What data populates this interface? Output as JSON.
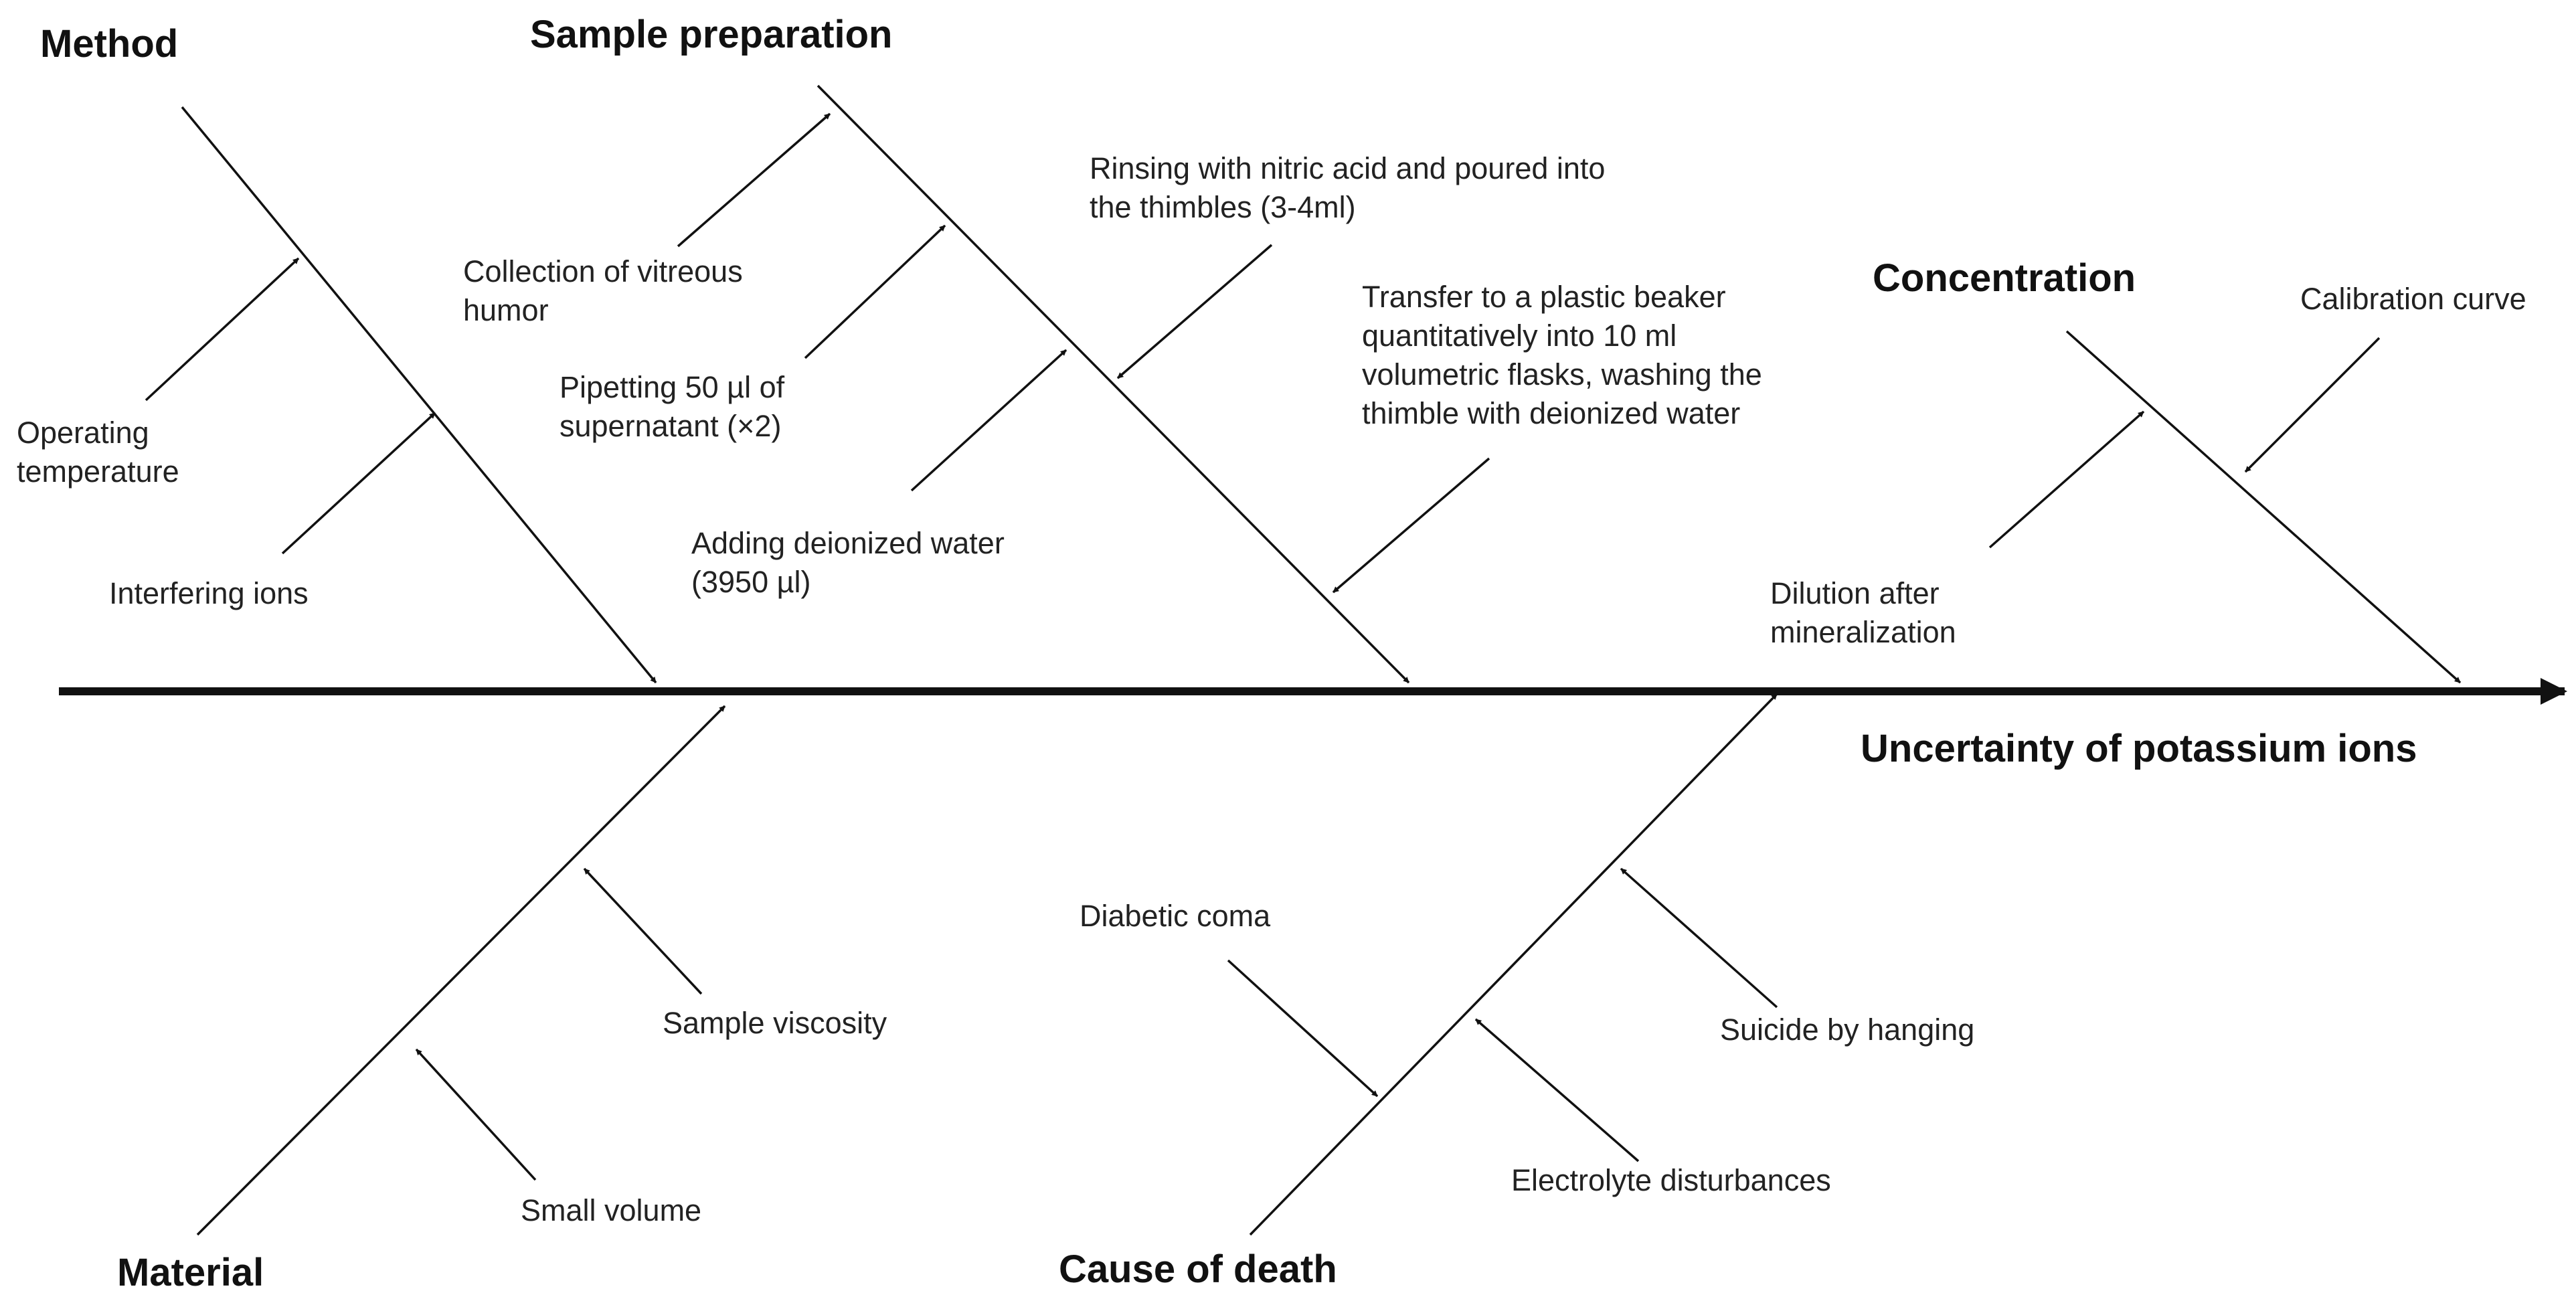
{
  "effect": "Uncertainty of potassium ions",
  "categories": {
    "method": {
      "title": "Method",
      "causes": [
        "Operating temperature",
        "Interfering ions"
      ]
    },
    "sample_preparation": {
      "title": "Sample preparation",
      "causes": [
        "Collection of vitreous humor",
        "Pipetting 50 µl of supernatant (×2)",
        "Adding deionized water (3950 µl)",
        "Rinsing with nitric acid and poured into the thimbles (3-4ml)",
        "Transfer to a plastic beaker quantitatively into 10 ml volumetric flasks, washing the thimble with deionized water"
      ]
    },
    "concentration": {
      "title": "Concentration",
      "causes": [
        "Calibration curve",
        "Dilution after mineralization"
      ]
    },
    "material": {
      "title": "Material",
      "causes": [
        "Sample viscosity",
        "Small volume"
      ]
    },
    "cause_of_death": {
      "title": "Cause of death",
      "causes": [
        "Diabetic coma",
        "Electrolyte disturbances",
        "Suicide by hanging"
      ]
    }
  },
  "colors": {
    "line": "#111111",
    "text": "#222222"
  }
}
